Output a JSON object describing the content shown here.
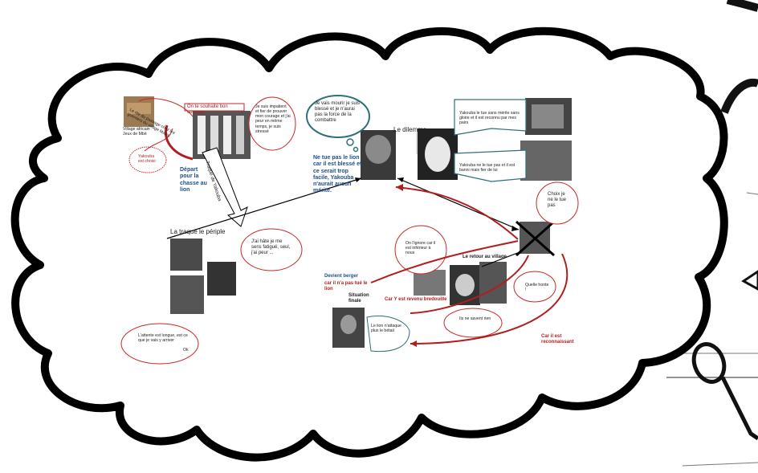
{
  "colors": {
    "outline": "#000000",
    "accent_red": "#b21e1e",
    "accent_blue": "#1f4e8c",
    "teal_border": "#2f6f7a"
  },
  "diagram": {
    "bubbles": {
      "courage": "On te souhaite bon courage",
      "impatient": "Je suis impatient et fier de prouver mon courage et j'ai peur en même temps, je suis stressé",
      "yakouba_choisi": "Yakouba est choisi",
      "mourir": "Je vais mourir je suis blessé et je n'aurai pas la force de la combattre",
      "dilemme_a": "Yakouba le tue sans mérite sans gloire et il est reconnu par mes pairs",
      "dilemme_b": "Yakouba ne le tue pas et il est banni mais fier de lui",
      "choix": "Choix je ne le tue pas",
      "hate": "J'ai hâte je me sens fatigué, seul, j'ai peur ...",
      "ignore": "On l'ignore car il est inférieur à nous",
      "honte": "Quelle honte !",
      "savent": "Ils ne savent rien",
      "attaque": "Le lion n'attaque plus le bétail",
      "attente": "L'attente est longue, est ce que je vais y arriver"
    },
    "labels": {
      "photo_caption": "Village africain · Jeux de Mbé",
      "village_note": "Le rite du passage chez les guerriers du village Masaï",
      "depart": "Départ pour la chasse au lion",
      "traque_ribbon": "Traque de Yakouba",
      "traque": "La traque le périple",
      "dilemme": "Le dilemme",
      "ne_tue_pas": "Ne tue pas le lion car il est blessé et ce serait trop facile, Yakouba n'aurait aucun mérite.",
      "retour": "Le retour au village",
      "berger_head": "Devient berger",
      "berger_red": "car il n'a pas tué le lion",
      "situation": "Situation finale",
      "revenu": "Car Y  est revenu bredouille",
      "reconnaissant": "Car il est reconnaissant",
      "ok": "Ok"
    }
  }
}
